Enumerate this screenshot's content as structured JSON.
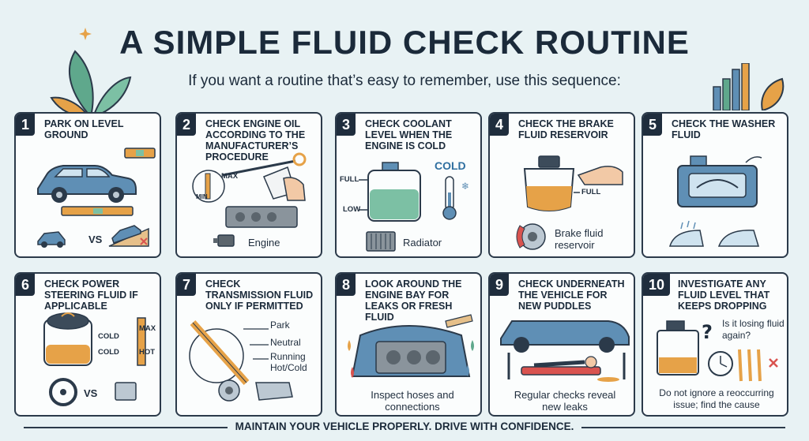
{
  "title": "A SIMPLE FLUID CHECK ROUTINE",
  "subtitle": "If you want a routine that’s easy to remember, use this sequence:",
  "steps": [
    {
      "num": "1",
      "heading": "PARK ON LEVEL GROUND",
      "vs": "VS"
    },
    {
      "num": "2",
      "heading": "CHECK ENGINE OIL ACCORDING TO THE MANUFACTURER’S PROCEDURE",
      "max": "MAX",
      "min": "MIN",
      "caption": "Engine"
    },
    {
      "num": "3",
      "heading": "CHECK COOLANT LEVEL WHEN THE ENGINE IS COLD",
      "full": "FULL",
      "low": "LOW",
      "cold": "COLD",
      "caption": "Radiator"
    },
    {
      "num": "4",
      "heading": "CHECK THE BRAKE FLUID RESERVOIR",
      "full": "FULL",
      "caption": "Brake fluid reservoir"
    },
    {
      "num": "5",
      "heading": "CHECK THE WASHER FLUID"
    },
    {
      "num": "6",
      "heading": "CHECK POWER STEERING FLUID IF APPLICABLE",
      "cold": "COLD",
      "cold2": "COLD",
      "max": "MAX",
      "hot": "HOT",
      "vs": "VS"
    },
    {
      "num": "7",
      "heading": "CHECK TRANSMISSION FLUID ONLY IF PERMITTED",
      "park": "Park",
      "neutral": "Neutral",
      "running": "Running",
      "hotcold": "Hot/Cold"
    },
    {
      "num": "8",
      "heading": "LOOK AROUND THE ENGINE BAY FOR LEAKS OR FRESH FLUID",
      "caption": "Inspect hoses and connections"
    },
    {
      "num": "9",
      "heading": "CHECK UNDERNEATH THE VEHICLE FOR NEW PUDDLES",
      "caption": "Regular checks reveal new leaks"
    },
    {
      "num": "10",
      "heading": "INVESTIGATE ANY FLUID LEVEL THAT KEEPS DROPPING",
      "question": "Is it losing fluid again?",
      "caption": "Do not ignore a reoccurring issue; find the cause"
    }
  ],
  "footer": "MAINTAIN YOUR VEHICLE PROPERLY. DRIVE WITH CONFIDENCE.",
  "colors": {
    "ink": "#1f2d3d",
    "background": "#e8f2f4",
    "accent_blue": "#5f8fb5",
    "fluid_orange": "#e6a248",
    "leaf_green": "#5fa88c",
    "warn_red": "#d9534f"
  }
}
